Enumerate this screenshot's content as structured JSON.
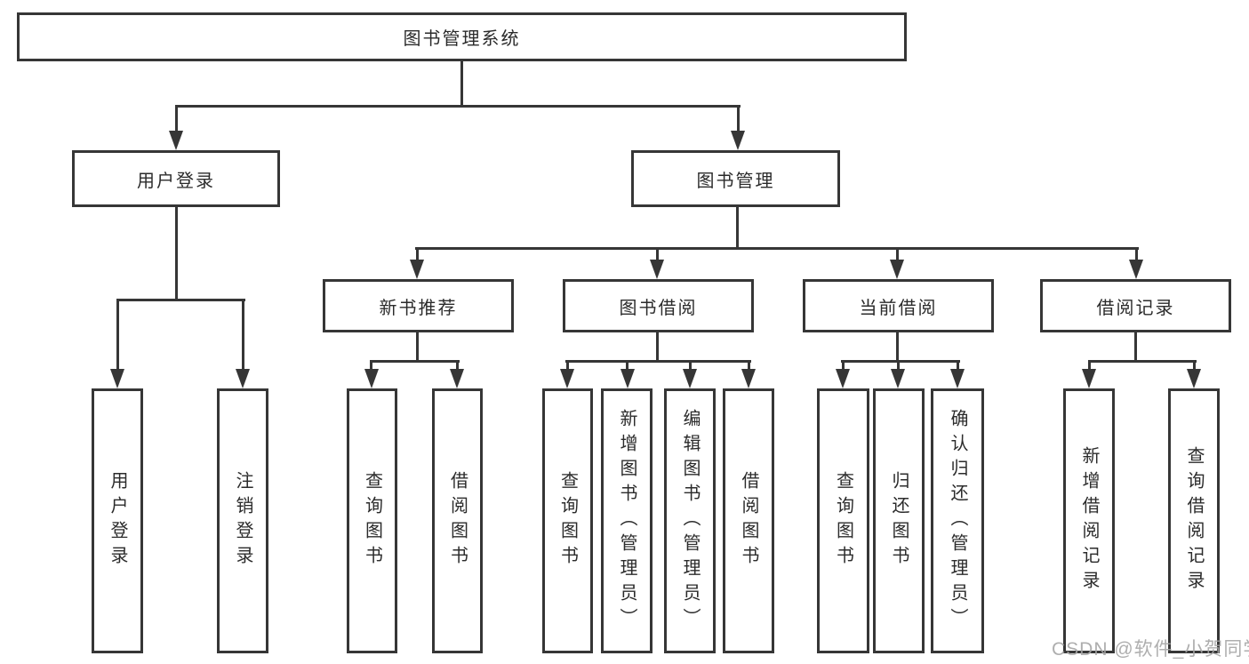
{
  "diagram": {
    "type": "hierarchy-tree",
    "root": {
      "label": "图书管理系统",
      "children": [
        {
          "label": "用户登录",
          "children": [
            {
              "label": "用户登录"
            },
            {
              "label": "注销登录"
            }
          ]
        },
        {
          "label": "图书管理",
          "children": [
            {
              "label": "新书推荐",
              "children": [
                {
                  "label": "查询图书"
                },
                {
                  "label": "借阅图书"
                }
              ]
            },
            {
              "label": "图书借阅",
              "children": [
                {
                  "label": "查询图书"
                },
                {
                  "label": "新增图书（管理员）"
                },
                {
                  "label": "编辑图书（管理员）"
                },
                {
                  "label": "借阅图书"
                }
              ]
            },
            {
              "label": "当前借阅",
              "children": [
                {
                  "label": "查询图书"
                },
                {
                  "label": "归还图书"
                },
                {
                  "label": "确认归还（管理员）"
                }
              ]
            },
            {
              "label": "借阅记录",
              "children": [
                {
                  "label": "新增借阅记录"
                },
                {
                  "label": "查询借阅记录"
                }
              ]
            }
          ]
        }
      ]
    }
  },
  "watermark": {
    "text": "CSDN @软件_小贺同学",
    "color": "#a5a5a5"
  },
  "colors": {
    "line": "#363636",
    "box_border": "#363636",
    "text": "#2b2b2b",
    "background": "#ffffff"
  }
}
